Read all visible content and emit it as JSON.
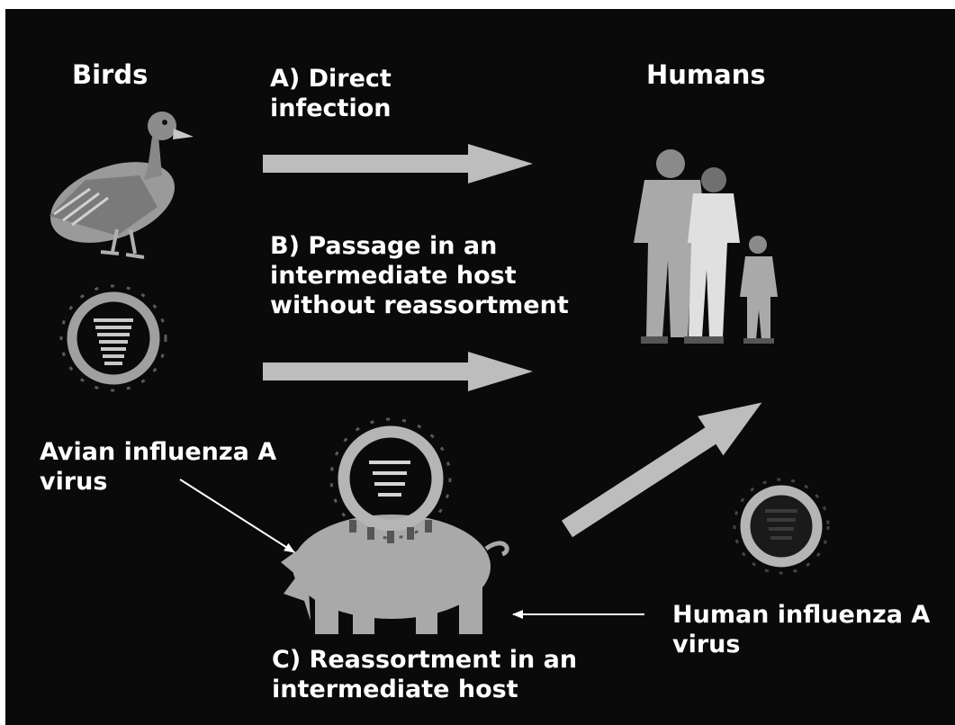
{
  "headings": {
    "birds": "Birds",
    "humans": "Humans"
  },
  "pathways": {
    "a": "A) Direct\ninfection",
    "b": "B) Passage in an\nintermediate host\nwithout reassortment",
    "c": "C) Reassortment in an\nintermediate host"
  },
  "virus_labels": {
    "avian": "Avian influenza A\nvirus",
    "human": "Human influenza A\nvirus"
  },
  "colors": {
    "background": "#0a0a0a",
    "arrow": "#bdbdbd",
    "text": "#ffffff",
    "figure": "#a9a9a9"
  },
  "icons": [
    "duck-icon",
    "avian-virus-icon",
    "family-icon",
    "pig-icon",
    "human-virus-icon"
  ]
}
